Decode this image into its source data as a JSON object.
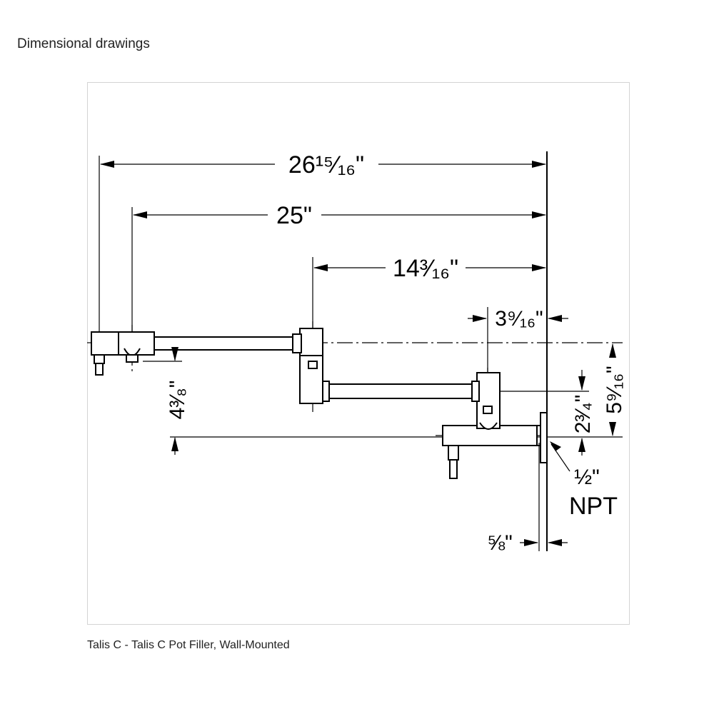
{
  "page": {
    "heading": "Dimensional drawings",
    "caption": "Talis C - Talis C Pot Filler, Wall-Mounted"
  },
  "drawing": {
    "dimensions": {
      "overall_extended": "26¹⁵⁄₁₆\"",
      "mid_extended": "25\"",
      "joint_reach": "14³⁄₁₆\"",
      "wall_offset": "3⁹⁄₁₆\"",
      "outer_drop": "4³⁄₈\"",
      "inner_drop": "2³⁄₄\"",
      "total_height": "5⁹⁄₁₆\"",
      "connection_size": "½\"",
      "connection_type": "NPT",
      "flange_depth": "⅝\""
    }
  }
}
